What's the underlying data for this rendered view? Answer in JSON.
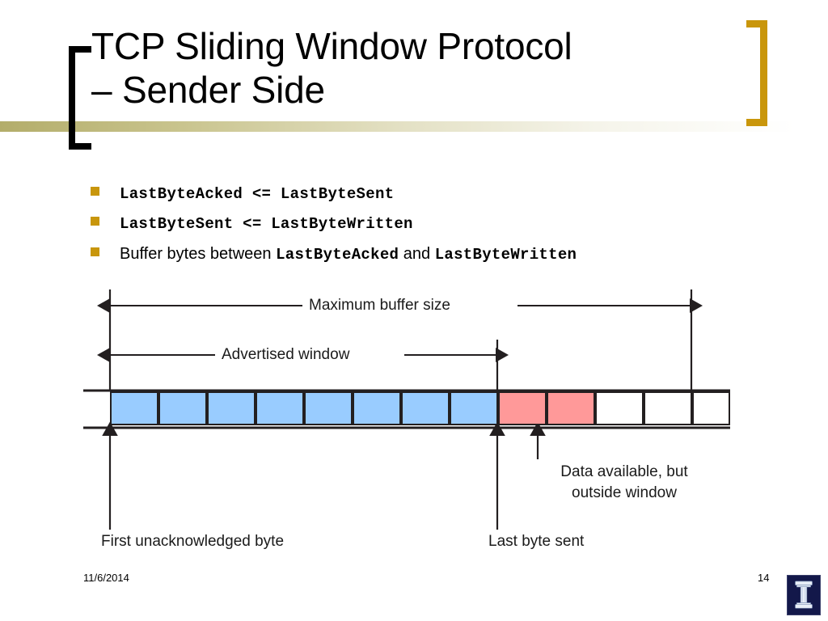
{
  "slide": {
    "title": "TCP Sliding Window Protocol\n– Sender Side",
    "accent_gold": "#c9960b",
    "bullet_color": "#c8960c"
  },
  "bullets": [
    {
      "text": "LastByteAcked <= LastByteSent",
      "style": "mono"
    },
    {
      "text": "LastByteSent <= LastByteWritten",
      "style": "mono"
    },
    {
      "style": "mixed",
      "parts": [
        {
          "text": "Buffer bytes between ",
          "style": "plain"
        },
        {
          "text": "LastByteAcked",
          "style": "mono"
        },
        {
          "text": " and ",
          "style": "plain"
        },
        {
          "text": "LastByteWritten",
          "style": "mono"
        }
      ]
    }
  ],
  "diagram": {
    "labels": {
      "max_buffer": "Maximum buffer size",
      "advertised_window": "Advertised window",
      "first_unacked": "First unacknowledged byte",
      "last_byte_sent": "Last byte sent",
      "data_outside": "Data available, but\noutside window"
    },
    "colors": {
      "sent_acked_cell": "#99ccff",
      "outside_window_cell": "#ff9999",
      "empty_cell": "#ffffff",
      "stroke": "#231f20"
    },
    "buffer": {
      "total_cells": 13,
      "cells": [
        {
          "index": 1,
          "state": "in-window"
        },
        {
          "index": 2,
          "state": "in-window"
        },
        {
          "index": 3,
          "state": "in-window"
        },
        {
          "index": 4,
          "state": "in-window"
        },
        {
          "index": 5,
          "state": "in-window"
        },
        {
          "index": 6,
          "state": "in-window"
        },
        {
          "index": 7,
          "state": "in-window"
        },
        {
          "index": 8,
          "state": "in-window"
        },
        {
          "index": 9,
          "state": "outside-window"
        },
        {
          "index": 10,
          "state": "outside-window"
        },
        {
          "index": 11,
          "state": "empty"
        },
        {
          "index": 12,
          "state": "empty"
        },
        {
          "index": 13,
          "state": "empty"
        }
      ],
      "in_window_count": 8,
      "outside_window_count": 2,
      "empty_count": 3
    }
  },
  "footer": {
    "date": "11/6/2014",
    "page_number": "14",
    "logo_name": "illinois-block-i-logo"
  }
}
